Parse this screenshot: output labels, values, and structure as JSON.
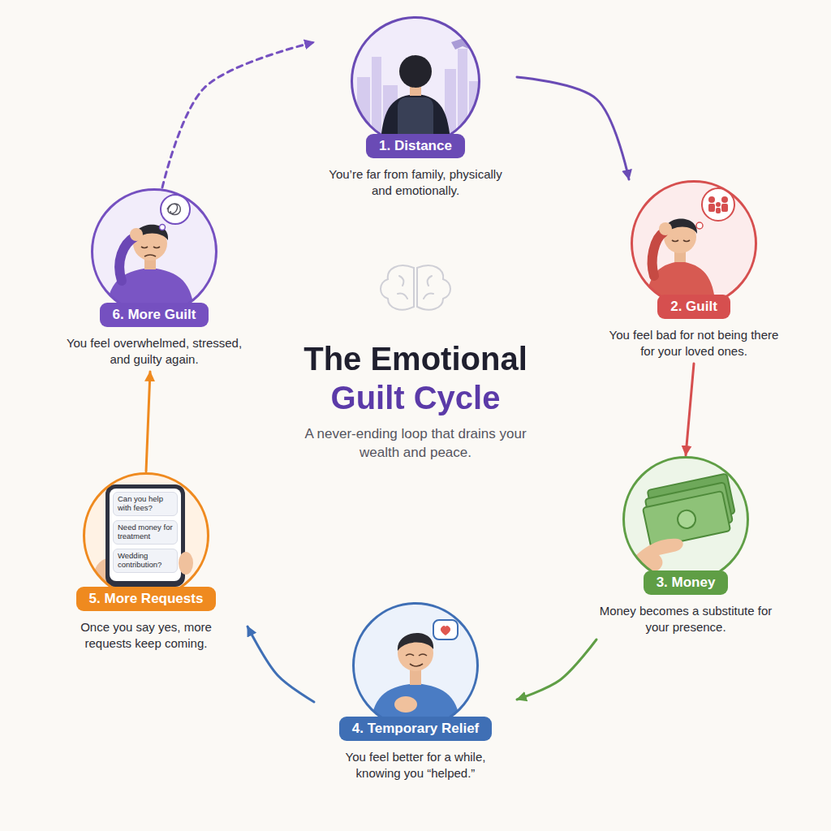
{
  "diagram": {
    "title": "The Emotional Guilt Cycle",
    "caption": "A never-ending loop that drains your wealth and peace.",
    "nodes": [
      {
        "text": [
          "1. Distance",
          "You’re far from family, physically and emotionally."
        ]
      },
      {
        "text": [
          "2. Guilt",
          "You feel bad for not being there for your loved ones."
        ]
      },
      {
        "text": [
          "3. Money",
          "Money becomes a substitute for your presence."
        ]
      },
      {
        "text": [
          "4. Temporary Relief",
          "You feel better for a while, knowing you “helped.”"
        ]
      },
      {
        "text": [
          "5. More Requests",
          "Once you say yes, more requests keep coming."
        ]
      },
      {
        "text": [
          "6. More Guilt",
          "You feel overwhelmed, stressed, and guilty again."
        ]
      }
    ],
    "edges": [
      {
        "from": 0,
        "to": 1,
        "arrow": "to"
      },
      {
        "from": 1,
        "to": 2,
        "arrow": "to"
      },
      {
        "from": 2,
        "to": 3,
        "arrow": "to"
      },
      {
        "from": 3,
        "to": 4,
        "arrow": "to"
      },
      {
        "from": 4,
        "to": 5,
        "arrow": "to"
      },
      {
        "from": 5,
        "to": 0,
        "arrow": "to"
      }
    ],
    "labels": [
      "Can you help with fees?",
      "Need money for treatment",
      "Wedding contribution?"
    ]
  }
}
